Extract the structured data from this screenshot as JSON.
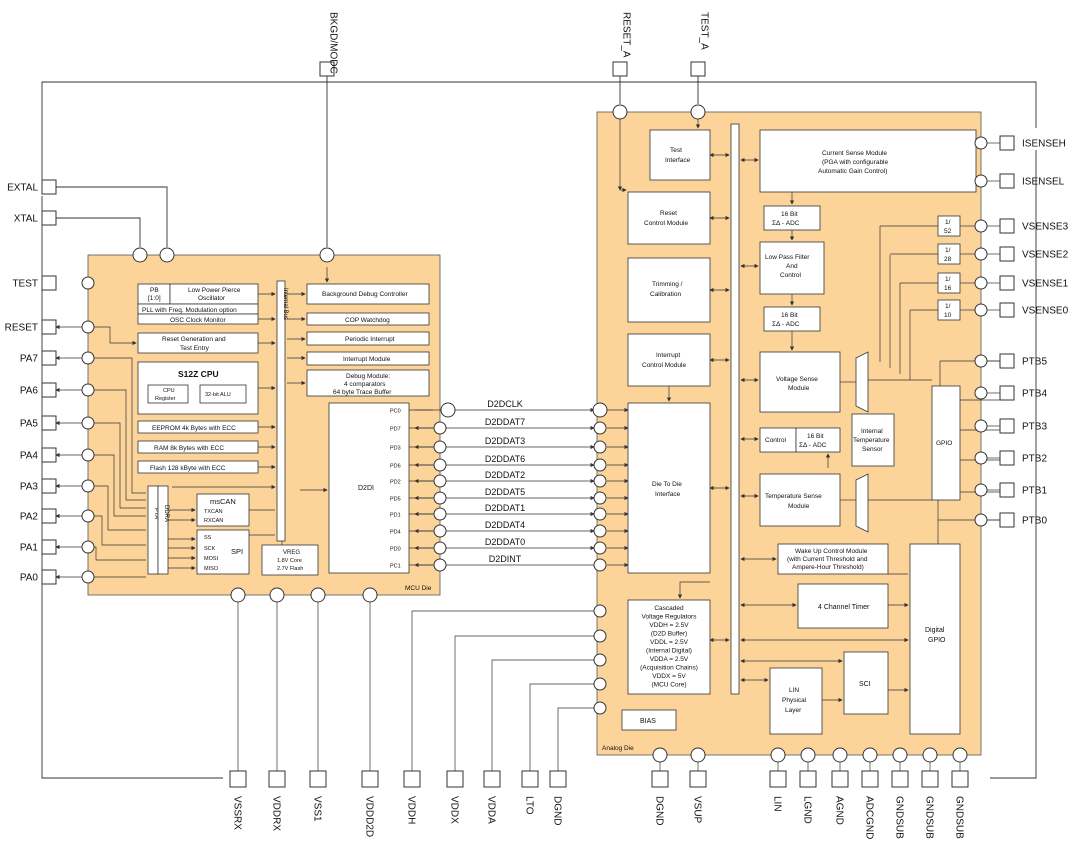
{
  "mcu_die": {
    "label": "MCU Die",
    "pb": [
      "PB",
      "[1:0]"
    ],
    "osc": [
      "Low Power Pierce",
      "Oscillator"
    ],
    "pll": "PLL with Freq. Modulation option",
    "osc_monitor": "OSC Clock Monitor",
    "reset_gen": [
      "Reset Generation and",
      "Test Entry"
    ],
    "cpu": {
      "title": "S12Z CPU",
      "register": [
        "CPU",
        "Register"
      ],
      "alu": "32-bit ALU"
    },
    "eeprom": "EEPROM 4k Bytes with ECC",
    "ram": "RAM 8k Bytes with ECC",
    "flash": "Flash 128 kByte with ECC",
    "internal_bus": "Internal Bus",
    "bdc": "Background Debug Controller",
    "cop": "COP Watchdog",
    "periodic": "Periodic Interrupt",
    "interrupt": "Interrupt Module",
    "debug": [
      "Debug Module:",
      "4 comparators",
      "64 byte Trace Buffer"
    ],
    "pta": "PTA",
    "ddra": "DDRA",
    "mscan": {
      "title": "msCAN",
      "tx": "TXCAN",
      "rx": "RXCAN"
    },
    "spi": {
      "title": "SPI",
      "signals": [
        "SS",
        "SCK",
        "MOSI",
        "MISO"
      ]
    },
    "vreg": [
      "VREG",
      "1.8V Core",
      "2.7V Flash"
    ],
    "d2di": {
      "title": "D2DI",
      "pins": [
        "PC0",
        "PD7",
        "PD3",
        "PD6",
        "PD2",
        "PD5",
        "PD1",
        "PD4",
        "PD0",
        "PC1"
      ]
    }
  },
  "bus_signals": [
    "D2DCLK",
    "D2DDAT7",
    "D2DDAT3",
    "D2DDAT6",
    "D2DDAT2",
    "D2DDAT5",
    "D2DDAT1",
    "D2DDAT4",
    "D2DDAT0",
    "D2DINT"
  ],
  "analog_die": {
    "label": "Analog Die",
    "test_interface": [
      "Test",
      "Interface"
    ],
    "reset_control": [
      "Reset",
      "Control Module"
    ],
    "trimming": [
      "Trimming /",
      "Calibration"
    ],
    "interrupt_control": [
      "Interrupt",
      "Control Module"
    ],
    "d2d_interface": [
      "Die To Die",
      "Interface"
    ],
    "regulators": [
      "Cascaded",
      "Voltage Regulators",
      "VDDH = 2.5V",
      "(D2D Buffer)",
      "VDDL = 2.5V",
      "(Internal Digital)",
      "VDDA = 2.5V",
      "(Acquisition Chains)",
      "VDDX = 5V",
      "(MCU Core)"
    ],
    "bias": "BIAS",
    "current_sense": [
      "Current Sense Module",
      "(PGA with configurable",
      "Automatic Gain Control)"
    ],
    "adc_16bit_a": [
      "16 Bit",
      "ΣΔ - ADC"
    ],
    "lpf": [
      "Low Pass Filter",
      "And",
      "Control"
    ],
    "adc_16bit_b": [
      "16 Bit",
      "ΣΔ - ADC"
    ],
    "voltage_sense": [
      "Voltage Sense",
      "Module"
    ],
    "control": "Control",
    "adc_16bit_c": [
      "16 Bit",
      "ΣΔ - ADC"
    ],
    "temp_sense": [
      "Temperature Sense",
      "Module"
    ],
    "internal_temp": [
      "Internal",
      "Temperature",
      "Sensor"
    ],
    "gpio": "GPIO",
    "dividers": [
      [
        "1/",
        "52"
      ],
      [
        "1/",
        "28"
      ],
      [
        "1/",
        "16"
      ],
      [
        "1/",
        "10"
      ]
    ],
    "wakeup": [
      "Wake Up Control Module",
      "(with Current Threshold and",
      "Ampere-Hour Threshold)"
    ],
    "timer": "4 Channel Timer",
    "digital_gpio": [
      "Digital",
      "GPIO"
    ],
    "lin": [
      "LIN",
      "Physical",
      "Layer"
    ],
    "sci": "SCI"
  },
  "pins": {
    "top": [
      "BKGD/MODC",
      "RESET_A",
      "TEST_A"
    ],
    "left": [
      "EXTAL",
      "XTAL",
      "TEST",
      "RESET",
      "PA7",
      "PA6",
      "PA5",
      "PA4",
      "PA3",
      "PA2",
      "PA1",
      "PA0"
    ],
    "right": [
      "ISENSEH",
      "ISENSEL",
      "VSENSE3",
      "VSENSE2",
      "VSENSE1",
      "VSENSE0",
      "PTB5",
      "PTB4",
      "PTB3",
      "PTB2",
      "PTB1",
      "PTB0"
    ],
    "bottom": [
      "VSSRX",
      "VDDRX",
      "VSS1",
      "VDDD2D",
      "VDDH",
      "VDDX",
      "VDDA",
      "LTO",
      "DGND",
      "DGND",
      "VSUP",
      "LIN",
      "LGND",
      "AGND",
      "ADCGND",
      "GNDSUB",
      "GNDSUB",
      "GNDSUB"
    ]
  }
}
